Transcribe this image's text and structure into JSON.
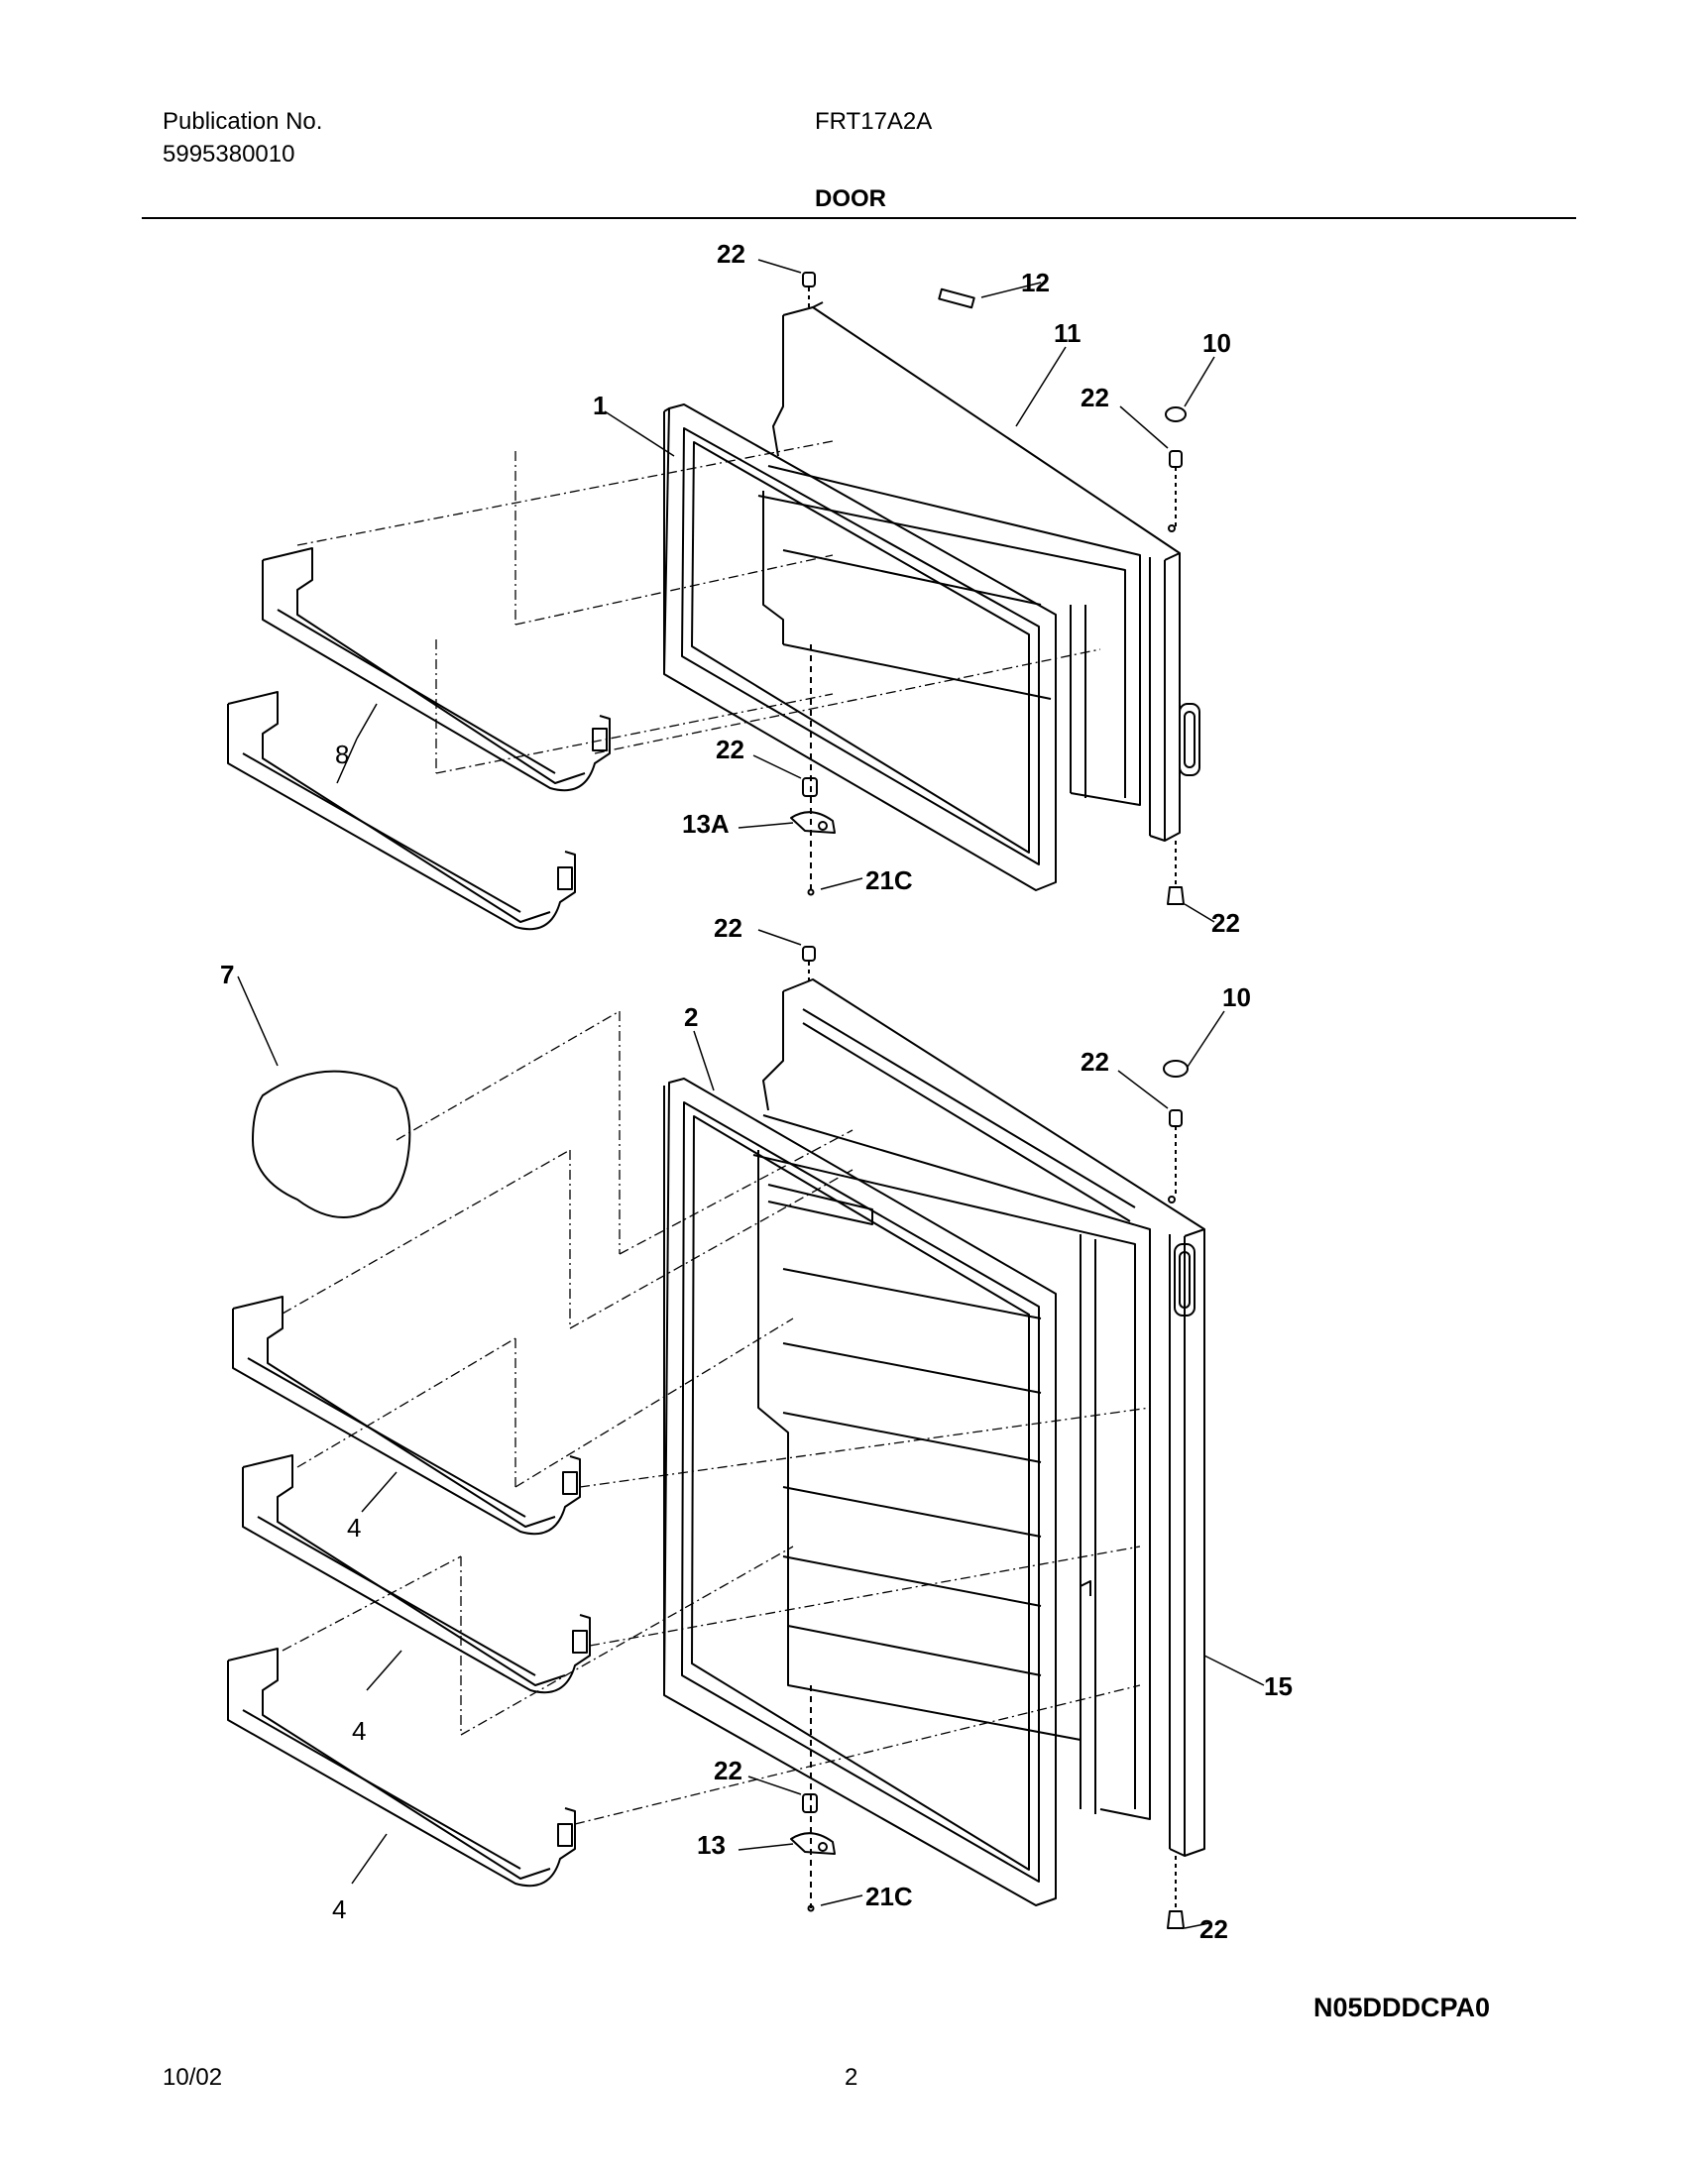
{
  "header": {
    "publication_label": "Publication No.",
    "publication_number": "5995380010",
    "model": "FRT17A2A",
    "section_title": "DOOR"
  },
  "callouts": {
    "c1": "1",
    "c2": "2",
    "c4a": "4",
    "c4b": "4",
    "c4c": "4",
    "c7": "7",
    "c8": "8",
    "c10a": "10",
    "c10b": "10",
    "c11": "11",
    "c12": "12",
    "c13": "13",
    "c13a": "13A",
    "c15": "15",
    "c21c_a": "21C",
    "c21c_b": "21C",
    "c22_1": "22",
    "c22_2": "22",
    "c22_3": "22",
    "c22_4": "22",
    "c22_5": "22",
    "c22_6": "22",
    "c22_7": "22",
    "c22_8": "22"
  },
  "footer": {
    "drawing_code": "N05DDDCPA0",
    "date": "10/02",
    "page": "2"
  }
}
